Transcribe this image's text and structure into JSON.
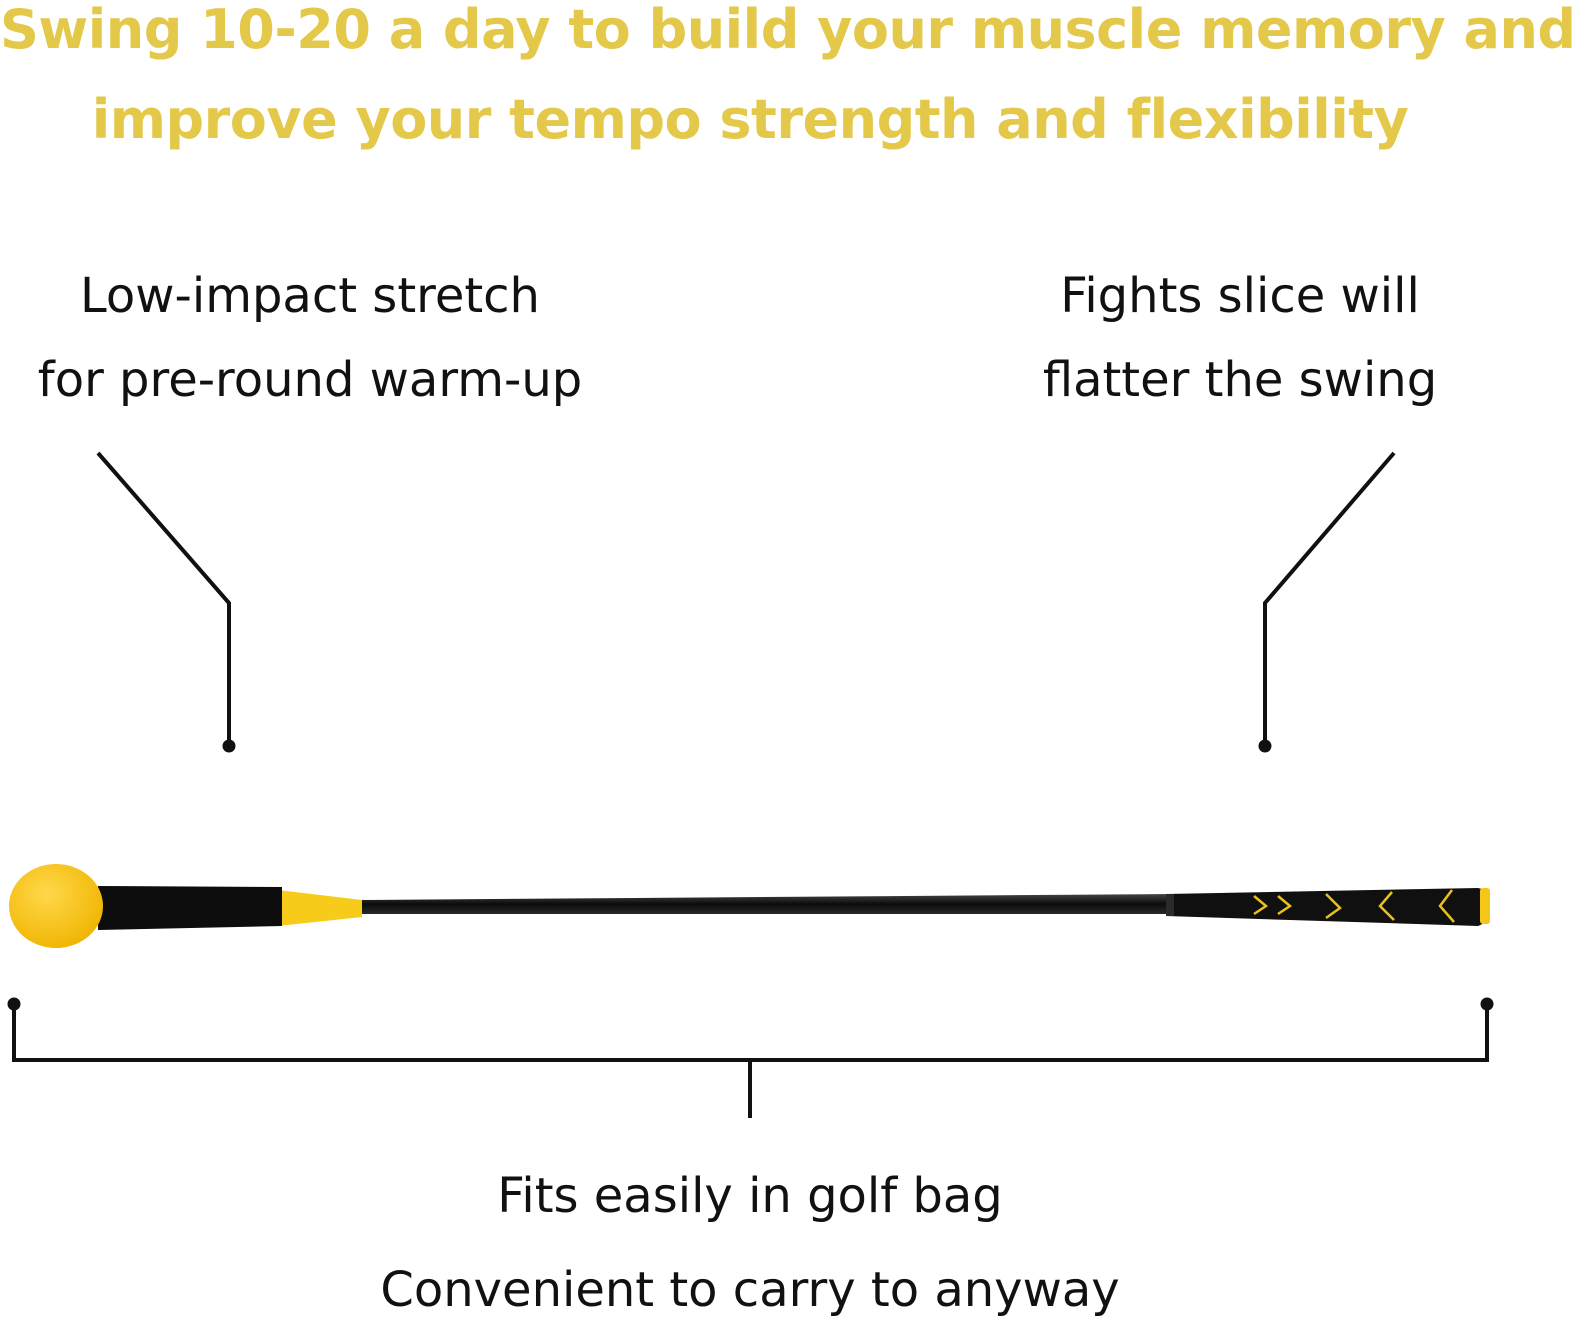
{
  "headline": {
    "line1": "Swing 10-20 a day to build your muscle memory and",
    "line2": "improve your tempo strength and flexibility",
    "color": "#E3C84A"
  },
  "callouts": {
    "left": {
      "line1": "Low-impact stretch",
      "line2": "for pre-round warm-up"
    },
    "right": {
      "line1": "Fights slice will",
      "line2": "flatter the swing"
    },
    "bottom": {
      "line1": "Fits easily in golf bag",
      "line2": "Convenient to carry to anyway"
    }
  },
  "colors": {
    "text": "#111111",
    "accent_yellow": "#F5C518",
    "grip_black": "#111111"
  },
  "product": {
    "name_icon": "golf-swing-trainer-icon"
  }
}
